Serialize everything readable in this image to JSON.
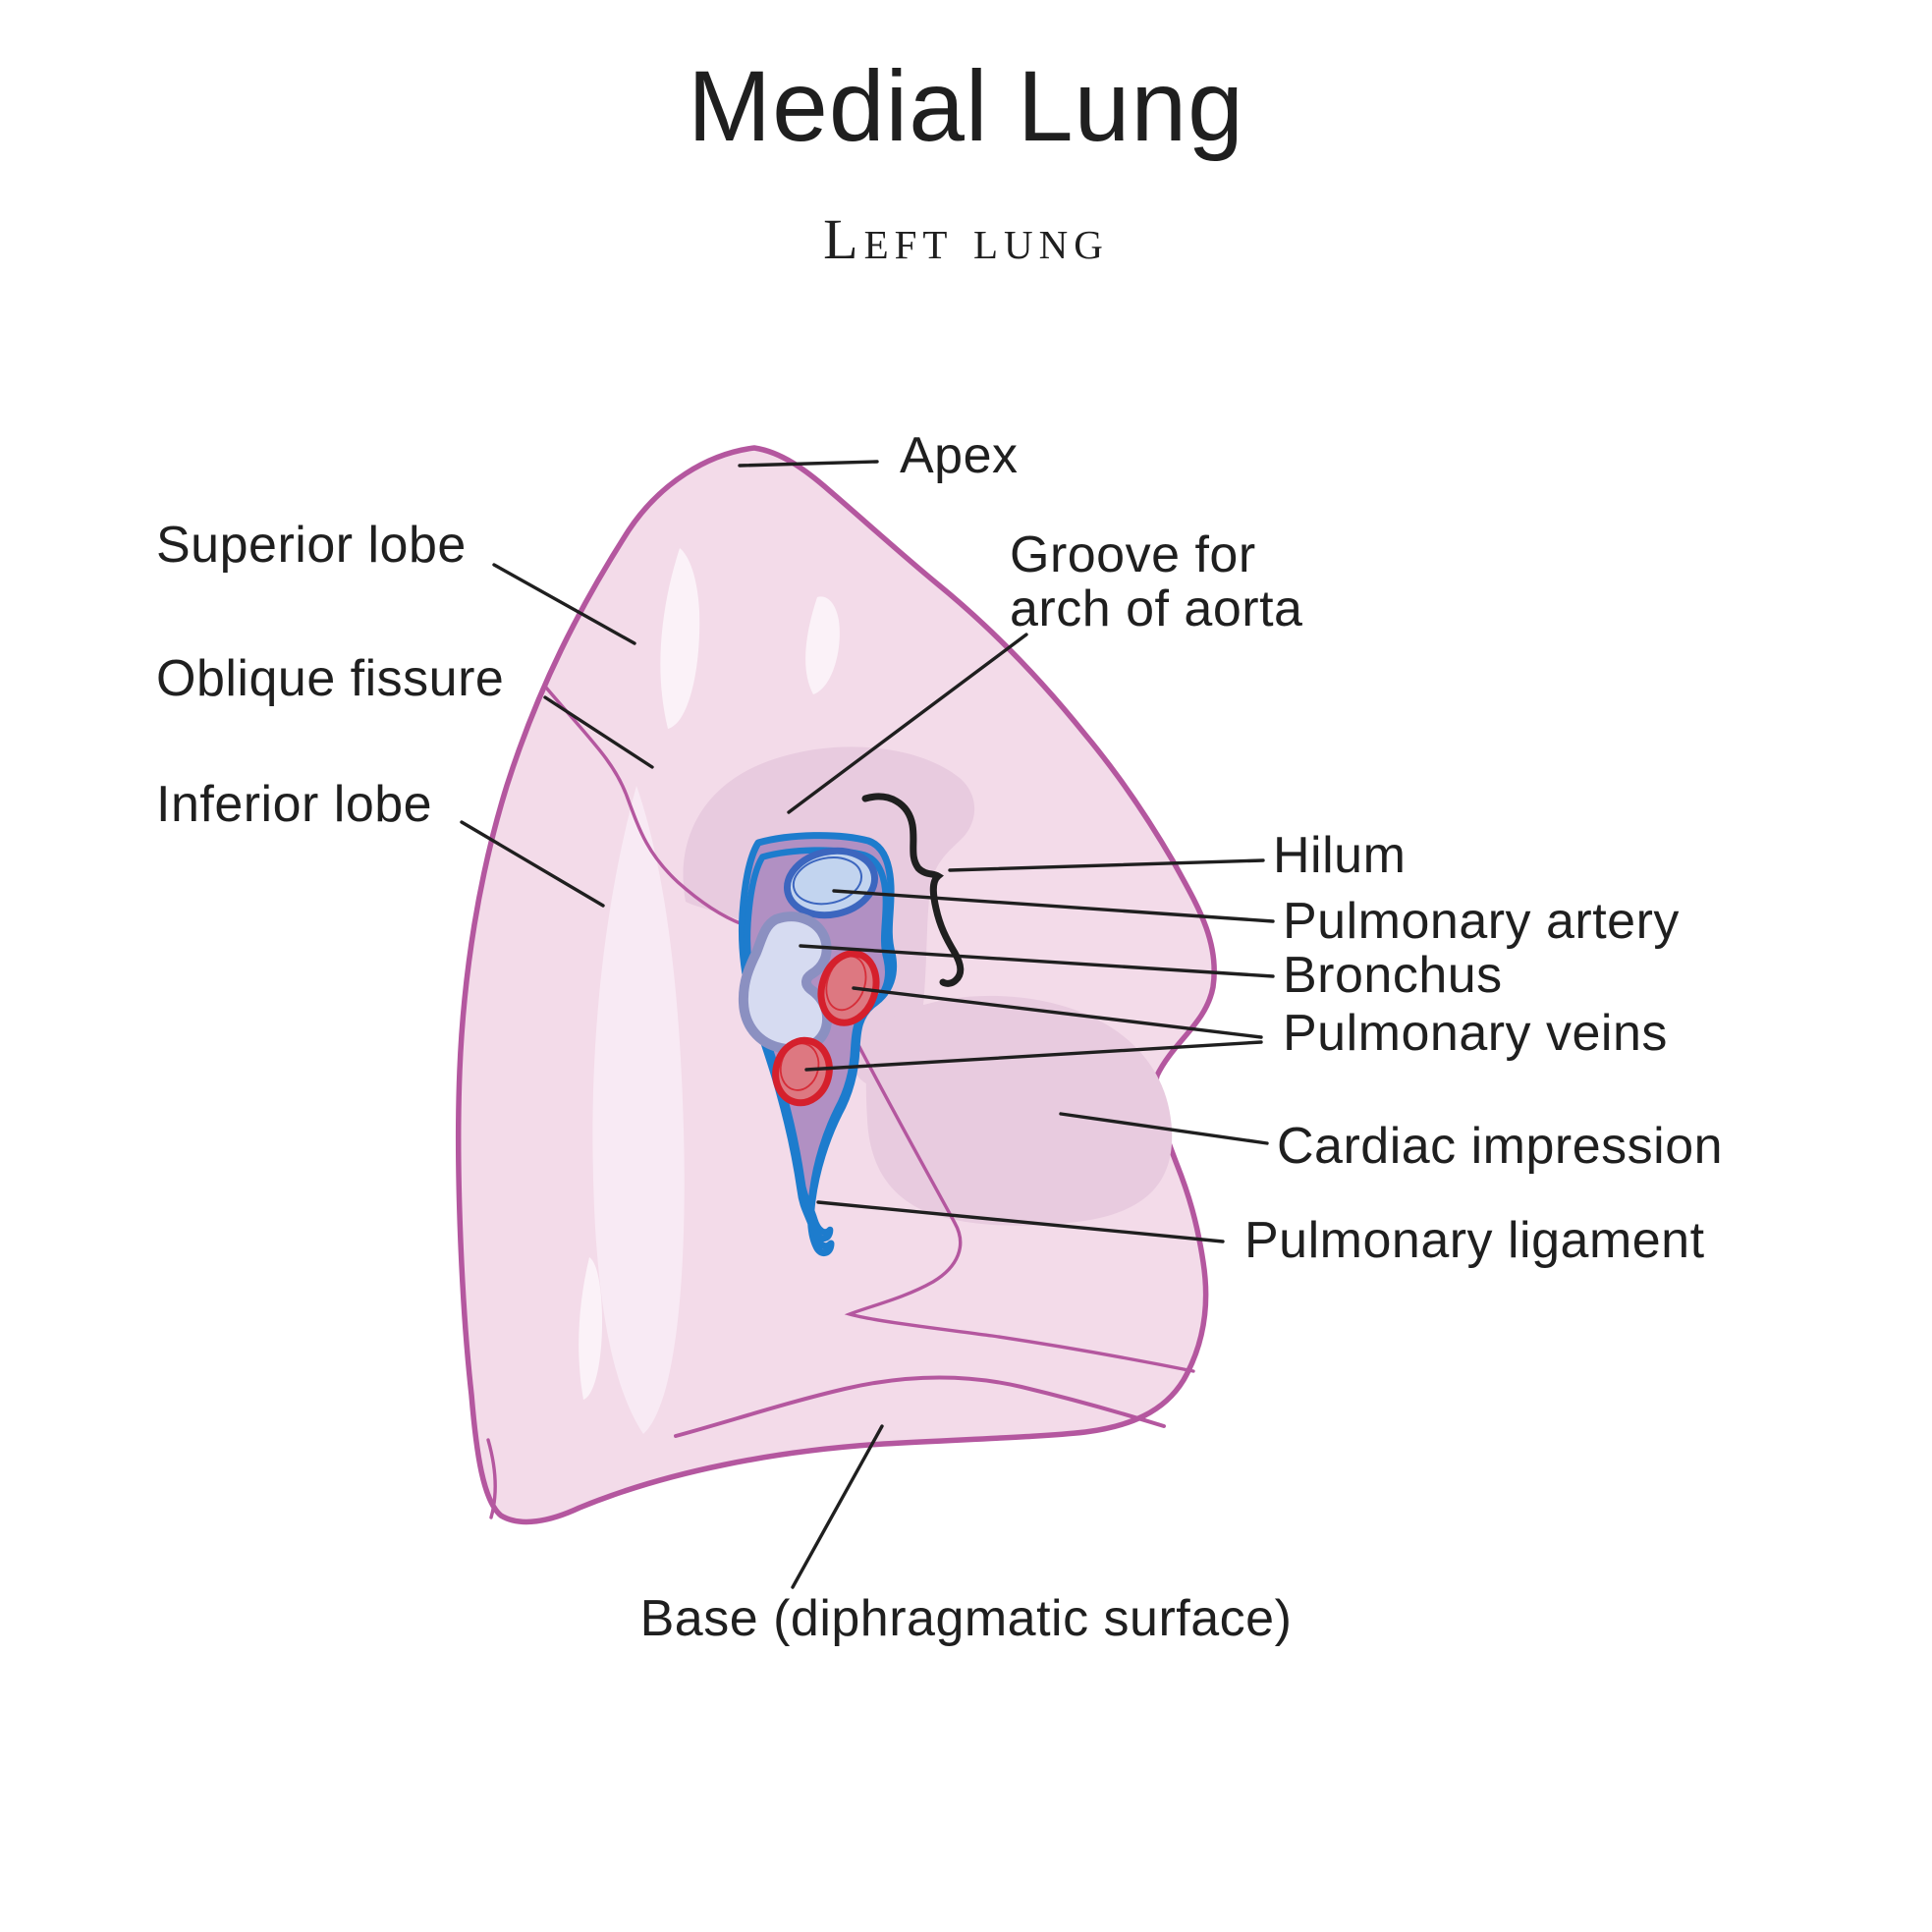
{
  "header": {
    "title": "Medial Lung",
    "subtitle": "Left lung"
  },
  "labels": {
    "apex": "Apex",
    "superior_lobe": "Superior lobe",
    "oblique_fissure": "Oblique fissure",
    "inferior_lobe": "Inferior lobe",
    "groove_arch_aorta": "Groove for\narch of aorta",
    "hilum": "Hilum",
    "pulmonary_artery": "Pulmonary artery",
    "bronchus": "Bronchus",
    "pulmonary_veins": "Pulmonary veins",
    "cardiac_impression": "Cardiac impression",
    "pulmonary_ligament": "Pulmonary ligament",
    "base": "Base (diphragmatic surface)"
  },
  "colors": {
    "text": "#1f1f1f",
    "leader": "#1f1f1f",
    "lung_fill": "#f3dbe9",
    "lung_outline": "#b4579f",
    "lung_shade": "#e8cbdf",
    "lung_light": "#f8eaf4",
    "lung_highlight": "#fbf2f8",
    "hilum_fill": "#b190c3",
    "hilum_blue": "#1d7ccd",
    "artery_fill": "#c2d4ef",
    "artery_ring": "#3c66bf",
    "bronchus_fill": "#d6dbf1",
    "bronchus_ring": "#8b90c1",
    "vein_fill": "#dd7881",
    "vein_ring": "#d5202c"
  }
}
